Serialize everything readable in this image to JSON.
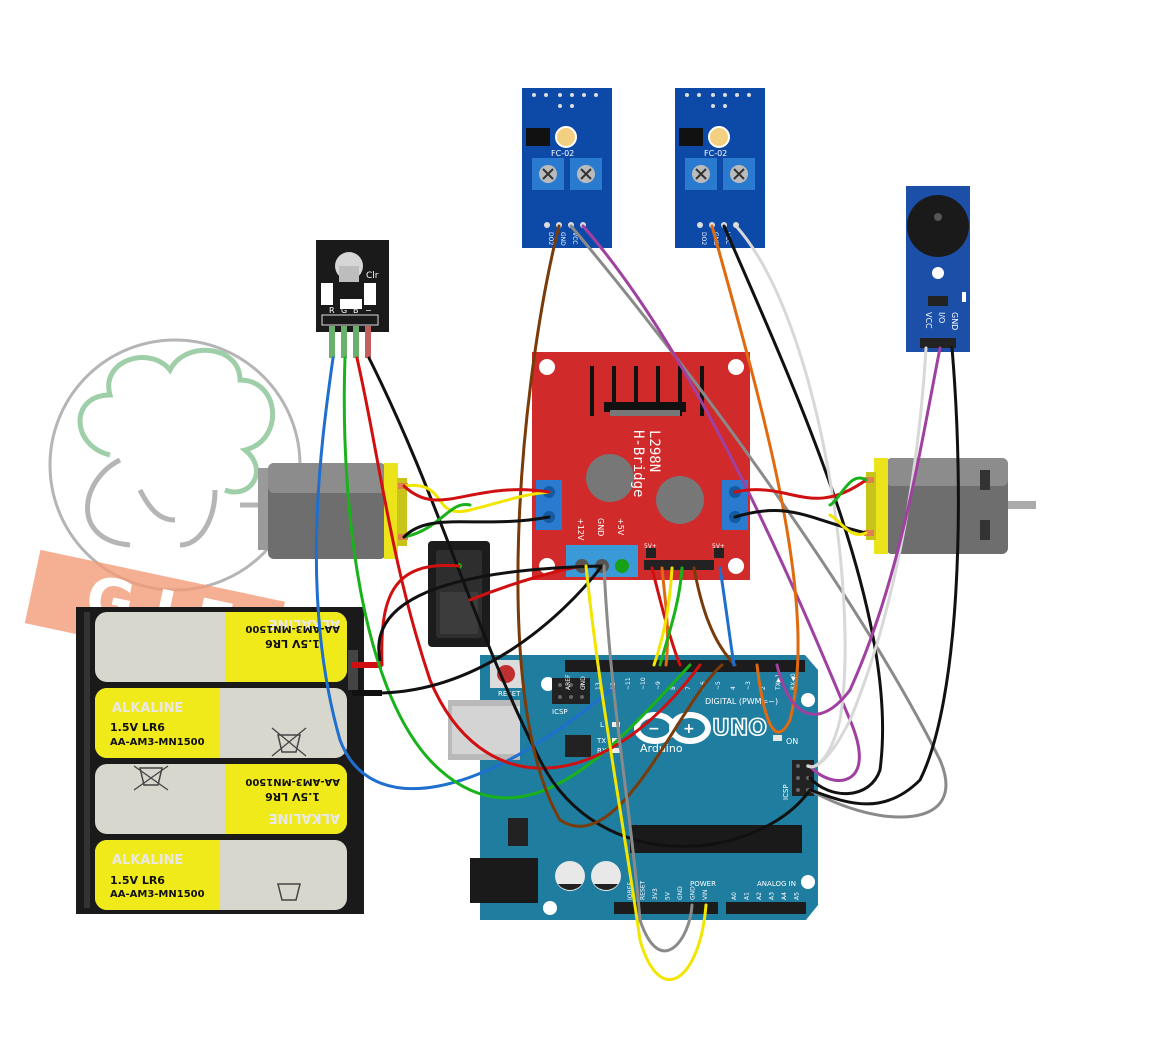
{
  "colors": {
    "wire_blue": "#1f6fcf",
    "wire_green": "#19b21a",
    "wire_red": "#d01010",
    "wire_black": "#111111",
    "wire_brown": "#7a3b0b",
    "wire_purple": "#a040a0",
    "wire_gray": "#8a8a8a",
    "wire_orange": "#e06a10",
    "wire_white": "#d8d8d8",
    "wire_yellow": "#f2e600",
    "sensor_blue": "#0d4aa8",
    "hbridge_red": "#d12a2a",
    "arduino_teal": "#1f7da0",
    "buzzer_blue": "#1b4fa8",
    "battery_yellow": "#f1ea1a",
    "logo_salmon": "#f08a60"
  },
  "sensor_left": {
    "model": "FC-02",
    "pins": [
      "DO2",
      "GND",
      "VCC"
    ]
  },
  "sensor_right": {
    "model": "FC-02",
    "pins": [
      "DO2",
      "GND",
      "VCC"
    ]
  },
  "rgb_led": {
    "label": "Clr",
    "pins": [
      "R",
      "G",
      "B",
      "−"
    ]
  },
  "buzzer": {
    "pins": [
      "VCC",
      "I/O",
      "GND"
    ]
  },
  "hbridge": {
    "title": "L298N",
    "subtitle": "H-Bridge",
    "power_pins": [
      "+12V",
      "GND",
      "+5V"
    ],
    "jumper_label": "5V+"
  },
  "battery_pack": {
    "cells": [
      {
        "brand": "ALKALINE",
        "line1": "1.5V LR6",
        "line2": "AA-AM3-MN1500",
        "flipped": true
      },
      {
        "brand": "ALKALINE",
        "line1": "1.5V LR6",
        "line2": "AA-AM3-MN1500",
        "flipped": false
      },
      {
        "brand": "ALKALINE",
        "line1": "1.5V LR6",
        "line2": "AA-AM3-MN1500",
        "flipped": true
      },
      {
        "brand": "ALKALINE",
        "line1": "1.5V LR6",
        "line2": "AA-AM3-MN1500",
        "flipped": false
      }
    ]
  },
  "arduino": {
    "logo_text": "UNO",
    "brand": "Arduino",
    "on_label": "ON",
    "reset_label": "RESET",
    "icsp_label": "ICSP",
    "icsp2_label": "ICSP",
    "tx_label": "TX",
    "rx_label": "RX",
    "l_label": "L",
    "digital_label": "DIGITAL (PWM=~)",
    "digital_pins": [
      "AREF",
      "GND",
      "13",
      "12",
      "~11",
      "~10",
      "~9",
      "8",
      "7",
      "~6",
      "~5",
      "4",
      "~3",
      "2",
      "TX▶1",
      "RX◀0"
    ],
    "power_label": "POWER",
    "analog_label": "ANALOG IN",
    "power_pins": [
      "IOREF",
      "RESET",
      "3V3",
      "5V",
      "GND",
      "GND",
      "VIN"
    ],
    "analog_pins": [
      "A0",
      "A1",
      "A2",
      "A3",
      "A4",
      "A5"
    ]
  },
  "watermark": {
    "text": "G I E"
  }
}
